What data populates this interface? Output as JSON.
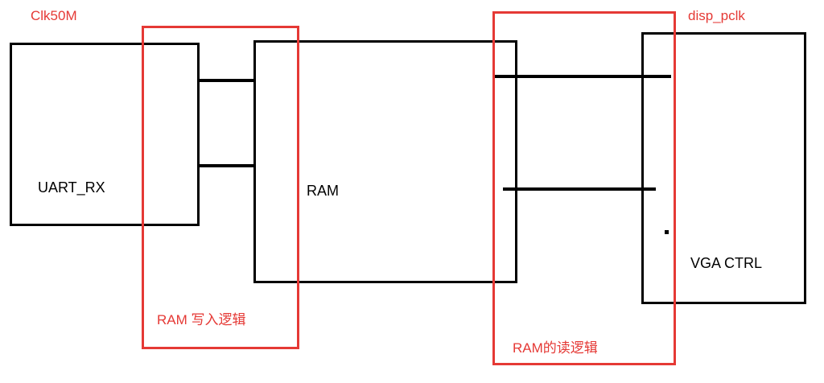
{
  "colors": {
    "block_border": "#000000",
    "region_border": "#e53935",
    "region_text": "#e53935",
    "background": "#ffffff"
  },
  "clock_domains": {
    "write_clock": "Clk50M",
    "read_clock": "disp_pclk"
  },
  "blocks": {
    "uart_rx": "UART_RX",
    "ram": "RAM",
    "vga_ctrl": "VGA  CTRL"
  },
  "regions": {
    "write_logic": "RAM 写入逻辑",
    "read_logic": "RAM的读逻辑"
  }
}
